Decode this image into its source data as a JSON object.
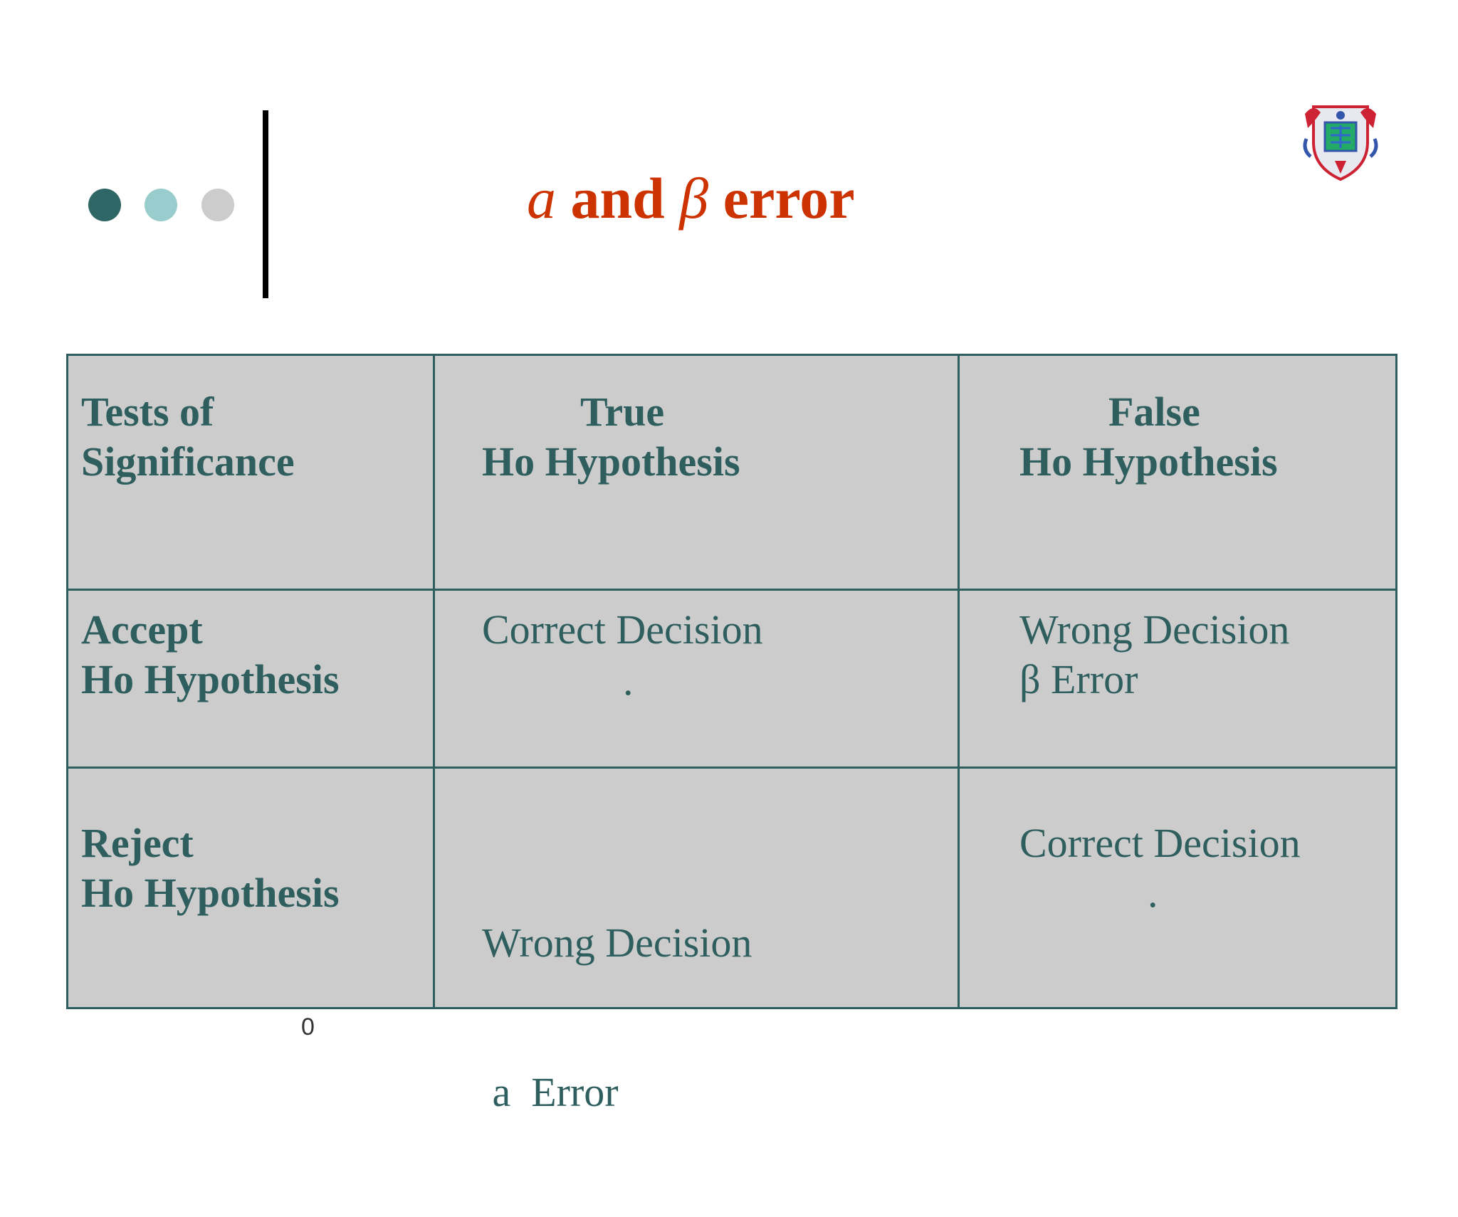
{
  "colors": {
    "accent": "#cc3300",
    "table_text": "#2f5e5e",
    "table_bg": "#cccccc",
    "table_border": "#2f5e5e",
    "dot1": "#2f6666",
    "dot2": "#99cccc",
    "dot3": "#cccccc"
  },
  "title": {
    "alpha": "a",
    "mid": " and ",
    "beta": "β",
    "end": " error"
  },
  "crest_icon": "university-crest-logo",
  "table": {
    "header": {
      "col1": [
        "Tests of",
        "Significance"
      ],
      "col2": [
        "True",
        "Ho Hypothesis"
      ],
      "col3": [
        "False",
        "Ho Hypothesis"
      ]
    },
    "accept": {
      "label": [
        "Accept",
        "Ho Hypothesis"
      ],
      "true_cell": [
        "Correct Decision"
      ],
      "true_mark": ".",
      "false_cell": [
        "Wrong Decision",
        "β Error"
      ]
    },
    "reject": {
      "label": [
        "Reject",
        "Ho Hypothesis"
      ],
      "true_cell": [
        "Wrong Decision",
        " a  Error"
      ],
      "false_cell": [
        "Correct Decision"
      ],
      "false_mark": "."
    }
  },
  "footer_number": "0"
}
